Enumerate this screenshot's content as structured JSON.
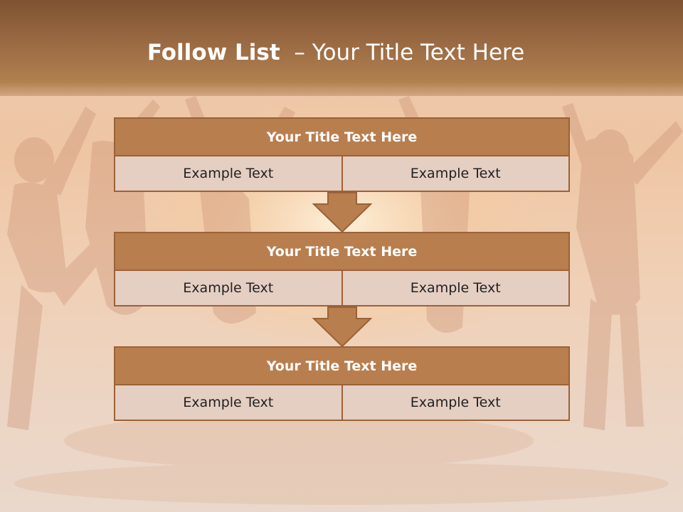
{
  "header": {
    "title_bold": "Follow List",
    "title_rest": "  – Your Title Text Here"
  },
  "steps": [
    {
      "title": "Your Title Text Here",
      "left": "Example Text",
      "right": "Example Text"
    },
    {
      "title": "Your Title Text Here",
      "left": "Example Text",
      "right": "Example Text"
    },
    {
      "title": "Your Title Text Here",
      "left": "Example Text",
      "right": "Example Text"
    }
  ],
  "colors": {
    "header": "#8c5e3a",
    "block_title": "#b97e4e",
    "cell": "#e5cec2",
    "border": "#9a6238"
  },
  "icons": [
    "down-arrow-icon",
    "down-arrow-icon"
  ]
}
